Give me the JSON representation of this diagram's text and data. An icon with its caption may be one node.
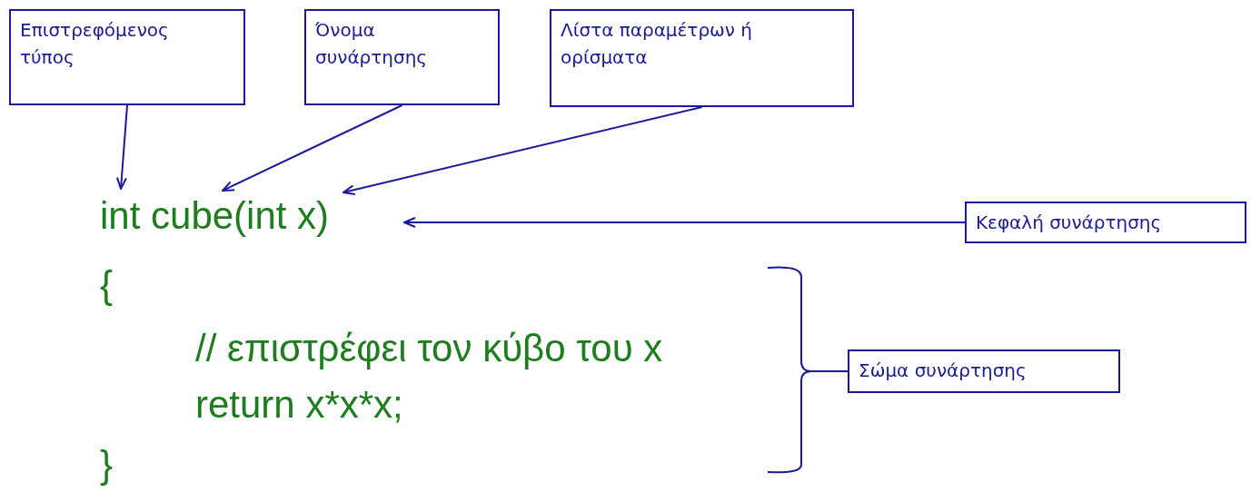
{
  "diagram": {
    "nodes": [
      {
        "text": [
          "Επιστρεφόμενος τύπος"
        ]
      },
      {
        "text": [
          "Όνομα συνάρτησης"
        ]
      },
      {
        "text": [
          "Λίστα παραμέτρων ή ορίσματα"
        ]
      },
      {
        "text": [
          "Κεφαλή συνάρτησης"
        ]
      },
      {
        "text": [
          "Σώμα συνάρτησης"
        ]
      },
      {
        "text": [
          "int cube(int x)"
        ]
      }
    ],
    "edges": [
      {
        "from": 0,
        "to": 5,
        "arrow": "to"
      },
      {
        "from": 1,
        "to": 5,
        "arrow": "to"
      },
      {
        "from": 2,
        "to": 5,
        "arrow": "to"
      },
      {
        "from": 3,
        "to": 5,
        "arrow": "to"
      }
    ],
    "labels": [
      "{",
      "// επιστρέφει τον κύβο του x",
      "return x*x*x;",
      "}"
    ]
  }
}
